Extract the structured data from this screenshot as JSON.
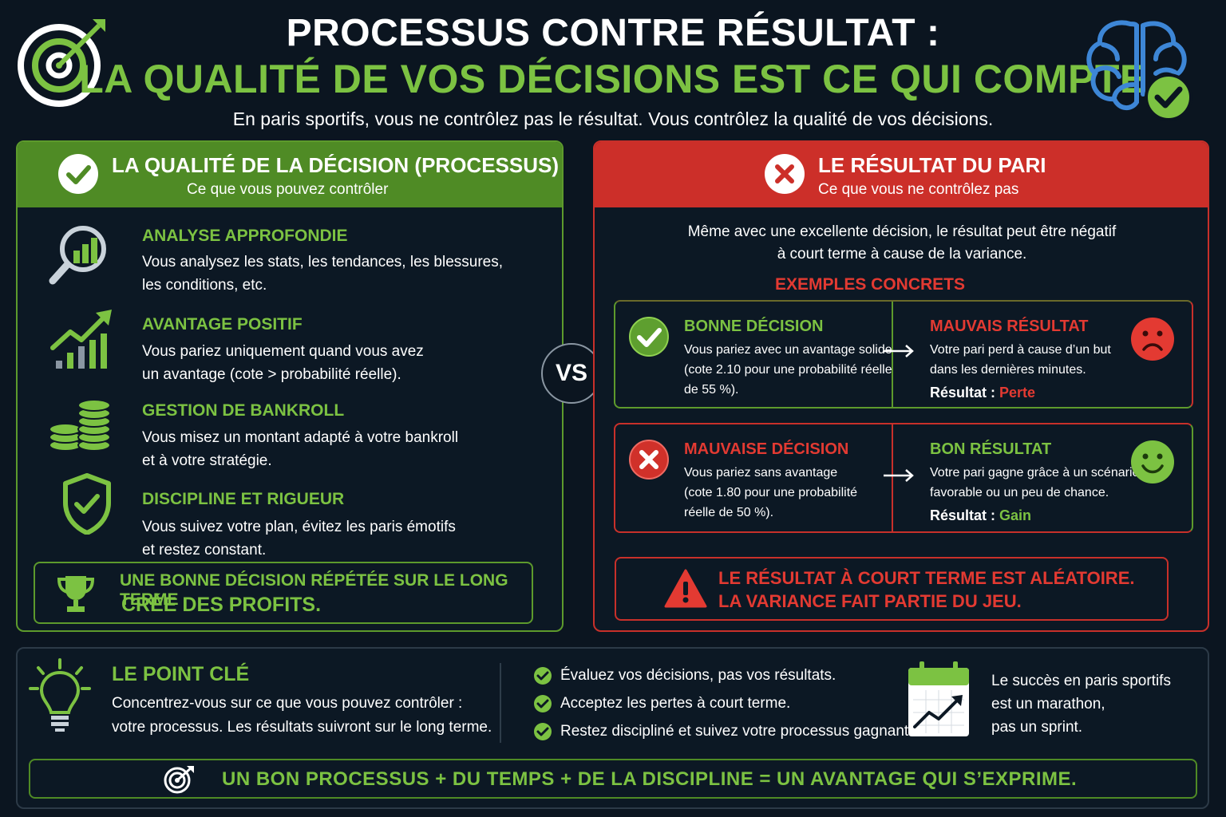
{
  "header": {
    "title_line1": "PROCESSUS CONTRE RÉSULTAT :",
    "title_line2": "LA QUALITÉ DE VOS DÉCISIONS EST CE QUI COMPTE",
    "subtitle": "En paris sportifs, vous ne contrôlez pas le résultat. Vous contrôlez la qualité de vos décisions.",
    "left_icon": "target-icon",
    "right_icon": "brain-check-icon"
  },
  "left_panel": {
    "title": "LA QUALITÉ DE LA DÉCISION (PROCESSUS)",
    "subtitle": "Ce que vous pouvez contrôler",
    "items": [
      {
        "icon": "magnifier-chart-icon",
        "title": "ANALYSE APPROFONDIE",
        "line1": "Vous analysez les stats, les tendances, les blessures,",
        "line2": "les conditions, etc."
      },
      {
        "icon": "growth-chart-icon",
        "title": "AVANTAGE POSITIF",
        "line1": "Vous pariez uniquement quand vous avez",
        "line2": "un avantage (cote > probabilité réelle)."
      },
      {
        "icon": "coins-stack-icon",
        "title": "GESTION DE BANKROLL",
        "line1": "Vous misez un montant adapté à votre bankroll",
        "line2": "et à votre stratégie."
      },
      {
        "icon": "shield-check-icon",
        "title": "DISCIPLINE ET RIGUEUR",
        "line1": "Vous suivez votre plan, évitez les paris émotifs",
        "line2": "et restez constant."
      }
    ],
    "callout_line1": "UNE BONNE DÉCISION RÉPÉTÉE SUR LE LONG TERME",
    "callout_line2": "CRÉE DES PROFITS."
  },
  "vs_label": "VS",
  "right_panel": {
    "title": "LE RÉSULTAT DU PARI",
    "subtitle": "Ce que vous ne contrôlez pas",
    "intro_line1": "Même avec une excellente décision, le résultat peut être négatif",
    "intro_line2": "à court terme à cause de la variance.",
    "examples_title": "EXEMPLES CONCRETS",
    "examples": [
      {
        "decision_title": "BONNE DÉCISION",
        "decision_line1": "Vous pariez avec un avantage solide",
        "decision_line2": "(cote 2.10 pour une probabilité réelle",
        "decision_line3": "de 55 %).",
        "result_title": "MAUVAIS RÉSULTAT",
        "result_line1": "Votre pari perd à cause d’un but",
        "result_line2": "dans les dernières minutes.",
        "result_label": "Résultat :",
        "result_value": "Perte"
      },
      {
        "decision_title": "MAUVAISE DÉCISION",
        "decision_line1": "Vous pariez sans avantage",
        "decision_line2": "(cote 1.80 pour une probabilité",
        "decision_line3": "réelle de 50 %).",
        "result_title": "BON RÉSULTAT",
        "result_line1": "Votre pari gagne grâce à un scénario",
        "result_line2": "favorable ou un peu de chance.",
        "result_label": "Résultat :",
        "result_value": "Gain"
      }
    ],
    "callout_line1": "LE RÉSULTAT À COURT TERME EST ALÉATOIRE.",
    "callout_line2": "LA VARIANCE FAIT PARTIE DU JEU."
  },
  "bottom": {
    "key_title": "LE POINT CLÉ",
    "key_line1": "Concentrez-vous sur ce que vous pouvez contrôler :",
    "key_line2": "votre processus. Les résultats suivront sur le long terme.",
    "checks": [
      "Évaluez vos décisions, pas vos résultats.",
      "Acceptez les pertes à court terme.",
      "Restez discipliné et suivez votre processus gagnant."
    ],
    "marathon_line1": "Le succès en paris sportifs",
    "marathon_line2": "est un marathon,",
    "marathon_line3": "pas un sprint.",
    "banner": "UN BON PROCESSUS + DU TEMPS + DE LA DISCIPLINE = UN AVANTAGE QUI S’EXPRIME."
  },
  "colors": {
    "green": "#7cc242",
    "green_dark": "#4f8b25",
    "red": "#e33a32",
    "background": "#0b1520"
  }
}
